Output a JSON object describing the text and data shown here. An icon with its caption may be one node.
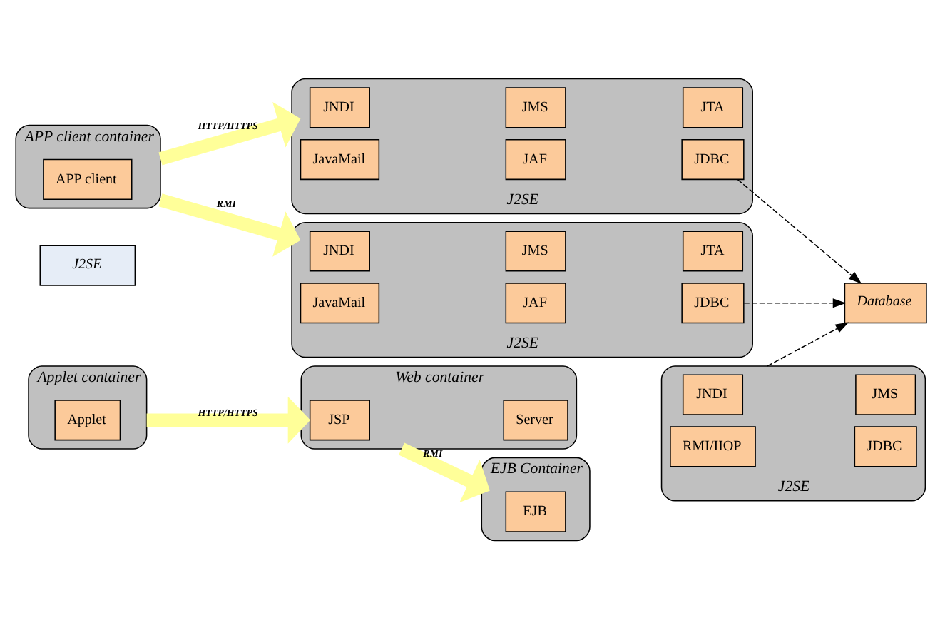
{
  "diagram": {
    "nodes": [
      {
        "text": [
          "Applet container"
        ]
      },
      {
        "text": [
          "Applet"
        ],
        "in": 0
      },
      {
        "text": [
          "Web container"
        ]
      },
      {
        "text": [
          "JSP"
        ],
        "in": 2
      },
      {
        "text": [
          "Server"
        ],
        "in": 2
      },
      {
        "text": [
          "EJB Container"
        ]
      },
      {
        "text": [
          "EJB"
        ],
        "in": 5
      },
      {
        "text": [
          "J2SE"
        ]
      },
      {
        "text": [
          "J2SE"
        ]
      },
      {
        "text": [
          "JNDI"
        ],
        "in": 8
      },
      {
        "text": [
          "JMS"
        ],
        "in": 8
      },
      {
        "text": [
          "JTA"
        ],
        "in": 8
      },
      {
        "text": [
          "JavaMail"
        ],
        "in": 8
      },
      {
        "text": [
          "JAF"
        ],
        "in": 8
      },
      {
        "text": [
          "JDBC"
        ],
        "in": 8
      },
      {
        "text": [
          "APP client container"
        ]
      },
      {
        "text": [
          "APP client"
        ],
        "in": 15
      },
      {
        "text": [
          "J2SE"
        ]
      },
      {
        "text": [
          "JNDI"
        ],
        "in": 17
      },
      {
        "text": [
          "JMS"
        ],
        "in": 17
      },
      {
        "text": [
          "JTA"
        ],
        "in": 17
      },
      {
        "text": [
          "JavaMail"
        ],
        "in": 17
      },
      {
        "text": [
          "JAF"
        ],
        "in": 17
      },
      {
        "text": [
          "JDBC"
        ],
        "in": 17
      },
      {
        "text": [
          "J2SE"
        ]
      },
      {
        "text": [
          "JNDI"
        ],
        "in": 24
      },
      {
        "text": [
          "JMS"
        ],
        "in": 24
      },
      {
        "text": [
          "RMI/IIOP"
        ],
        "in": 24
      },
      {
        "text": [
          "JDBC"
        ],
        "in": 24
      },
      {
        "text": [
          "Database"
        ]
      }
    ],
    "edges": [
      {
        "from": 0,
        "to": 2,
        "arrow": "to",
        "label": "HTTP/HTTPS",
        "color": "#ffff99"
      },
      {
        "from": 2,
        "to": 5,
        "arrow": "to",
        "label": "RMI",
        "color": "#ffff99"
      },
      {
        "from": 15,
        "to": 8,
        "arrow": "to",
        "label": "HTTP/HTTPS",
        "color": "#ffff99"
      },
      {
        "from": 15,
        "to": 17,
        "arrow": "to",
        "label": "RMI",
        "color": "#ffff99"
      },
      {
        "from": 14,
        "to": 29,
        "arrow": "to",
        "style": "dashed",
        "color": "#000000"
      },
      {
        "from": 23,
        "to": 29,
        "arrow": "to",
        "style": "dashed",
        "color": "#000000"
      },
      {
        "from": 24,
        "to": 29,
        "arrow": "to",
        "style": "dashed",
        "color": "#000000"
      }
    ]
  }
}
